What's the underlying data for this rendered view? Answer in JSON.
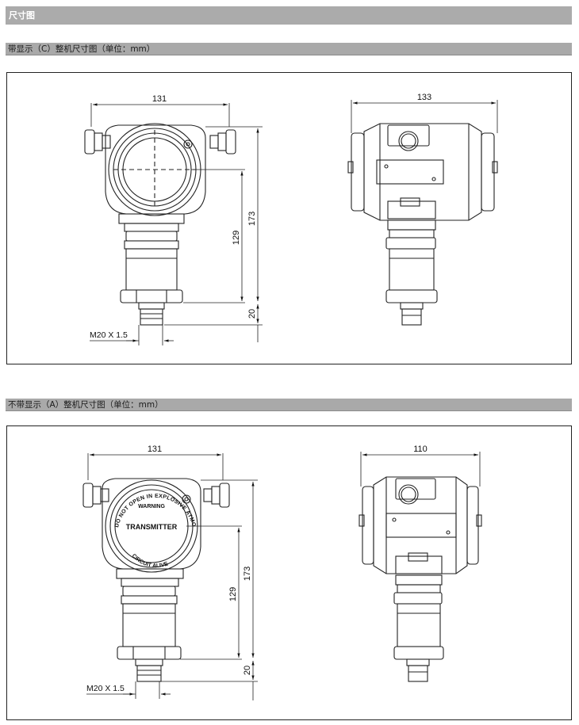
{
  "page": {
    "section_title": "尺寸图",
    "with_display": {
      "title": "带显示（C）整机尺寸图（单位：mm）",
      "front": {
        "width": "131",
        "height_total": "173",
        "height_body": "129",
        "height_fitting": "20",
        "thread": "M20 X 1.5"
      },
      "side": {
        "width": "133"
      }
    },
    "without_display": {
      "title": "不带显示（A）整机尺寸图（单位：mm）",
      "front": {
        "width": "131",
        "height_total": "173",
        "height_body": "129",
        "height_fitting": "20",
        "thread": "M20 X 1.5"
      },
      "side": {
        "width": "110"
      },
      "cover_label": {
        "arc_top": "DO NOT OPEN IN EXPLOSIVE ATMOSPHERE WHEN",
        "arc_bottom": "CIRCUIT ALIVE",
        "center": "TRANSMITTER",
        "warning": "WARNING"
      }
    }
  }
}
